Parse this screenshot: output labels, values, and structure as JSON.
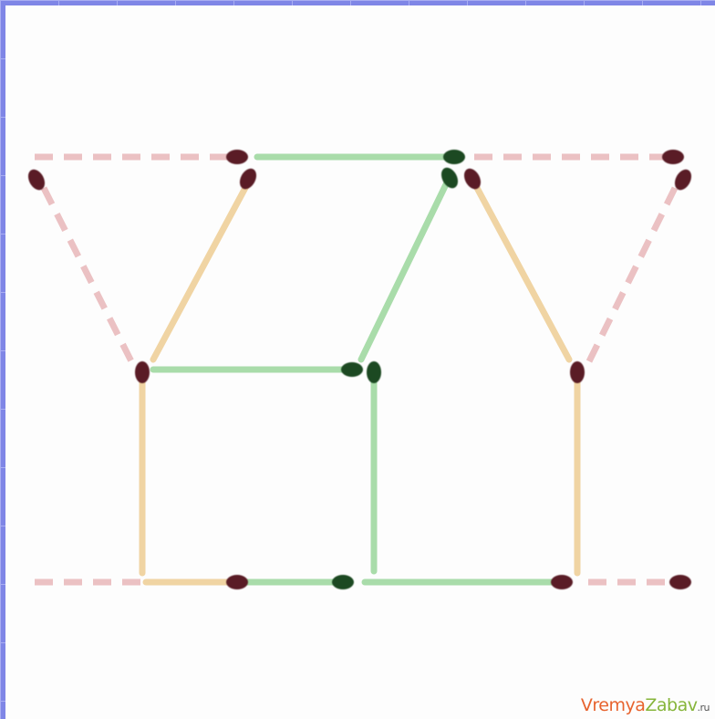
{
  "colors": {
    "background_frame": "#7f86e6",
    "canvas": "#fdfdfd",
    "stick_green": "#a9dcaa",
    "stick_tan": "#f0d4a3",
    "stick_pink_dashed": "#ebc1c3",
    "head_dark_red": "#5a1e26",
    "head_dark_green": "#1d4a23"
  },
  "watermark": {
    "part1": "Vremya",
    "part2": "Zabav",
    "part3": ".ru"
  }
}
